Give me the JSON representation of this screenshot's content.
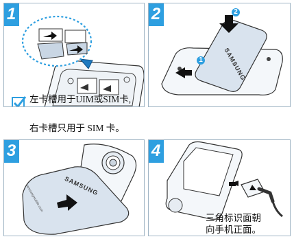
{
  "steps": [
    {
      "number": "1"
    },
    {
      "number": "2"
    },
    {
      "number": "3"
    },
    {
      "number": "4"
    }
  ],
  "callout_numbers": {
    "first": "1",
    "second": "2"
  },
  "brand_label": "SAMSUNG",
  "cover_small_text": "samsungmobile.com",
  "sim_note": {
    "line1": "左卡槽用于UIM或SIM卡,",
    "line2": "右卡槽只用于 SIM 卡。"
  },
  "connector_note": {
    "line1": "三角标识面朝",
    "line2": "向手机正面。"
  },
  "colors": {
    "accent": "#2e9fe0",
    "frame": "#9fb4c4",
    "battery_fill": "#d9e3ee",
    "cover_fill": "#d9e3ee",
    "checkmark": "#2e9fe0"
  }
}
